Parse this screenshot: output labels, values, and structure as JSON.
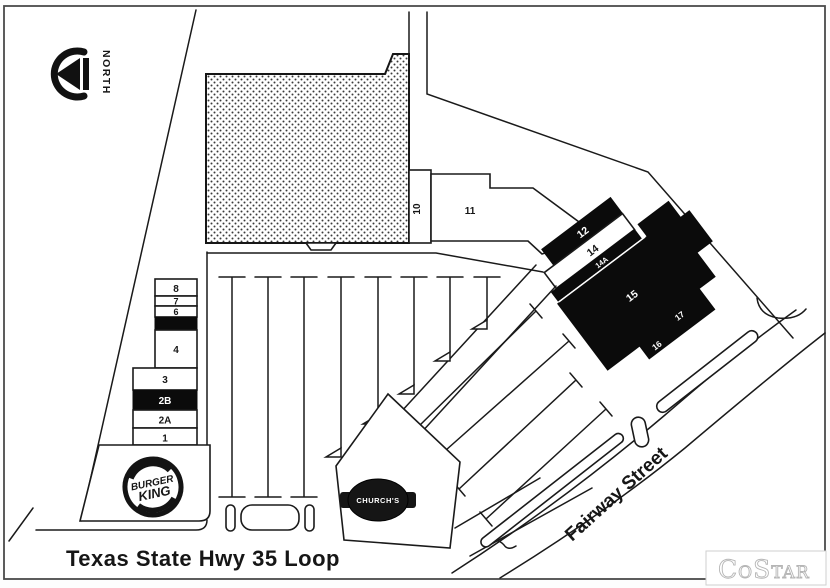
{
  "compass": {
    "label": "NORTH"
  },
  "streets": {
    "highway_label": "Texas State Hwy 35 Loop",
    "side_street_label": "Fairway Street"
  },
  "units": {
    "u1": "1",
    "u2a": "2A",
    "u2b": "2B",
    "u3": "3",
    "u4": "4",
    "u6": "6",
    "u7": "7",
    "u8": "8",
    "u10": "10",
    "u11": "11",
    "u12": "12",
    "u14": "14",
    "u14a": "14A",
    "u15": "15",
    "u16": "16",
    "u17": "17"
  },
  "tenants": {
    "burger_king_top": "BURGER",
    "burger_king_bottom": "KING",
    "churchs": "CHURCH'S"
  },
  "watermark": {
    "p1": "C",
    "p2": "O",
    "p3": "S",
    "p4": "TAR"
  },
  "colors": {
    "ink": "#1a1a1a",
    "occupied_fill": "#0b0b0b",
    "watermark_gray": "#b5b5b5"
  }
}
